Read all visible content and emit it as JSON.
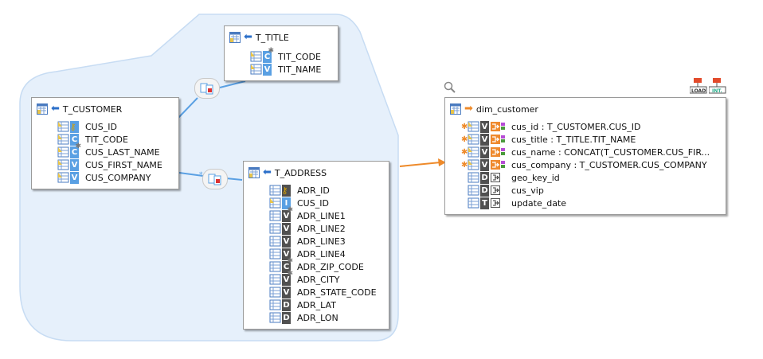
{
  "diagram": {
    "source_datastores": [
      {
        "name": "T_TITLE",
        "columns": [
          {
            "name": "TIT_CODE",
            "type": "C",
            "key": true
          },
          {
            "name": "TIT_NAME",
            "type": "V",
            "key": false
          }
        ]
      },
      {
        "name": "T_CUSTOMER",
        "columns": [
          {
            "name": "CUS_ID",
            "type": "",
            "key": true
          },
          {
            "name": "TIT_CODE",
            "type": "C",
            "key": false
          },
          {
            "name": "CUS_LAST_NAME",
            "type": "C",
            "key": false
          },
          {
            "name": "CUS_FIRST_NAME",
            "type": "V",
            "key": false
          },
          {
            "name": "CUS_COMPANY",
            "type": "V",
            "key": false
          }
        ]
      },
      {
        "name": "T_ADDRESS",
        "columns": [
          {
            "name": "ADR_ID",
            "type": "",
            "key": true
          },
          {
            "name": "CUS_ID",
            "type": "I",
            "key": false
          },
          {
            "name": "ADR_LINE1",
            "type": "V",
            "key": false
          },
          {
            "name": "ADR_LINE2",
            "type": "V",
            "key": false
          },
          {
            "name": "ADR_LINE3",
            "type": "V",
            "key": false
          },
          {
            "name": "ADR_LINE4",
            "type": "V",
            "key": false
          },
          {
            "name": "ADR_ZIP_CODE",
            "type": "C",
            "key": false
          },
          {
            "name": "ADR_CITY",
            "type": "V",
            "key": false
          },
          {
            "name": "ADR_STATE_CODE",
            "type": "V",
            "key": false
          },
          {
            "name": "ADR_LAT",
            "type": "D",
            "key": false
          },
          {
            "name": "ADR_LON",
            "type": "D",
            "key": false
          }
        ]
      }
    ],
    "target_datastore": {
      "name": "dim_customer",
      "columns": [
        {
          "label": "cus_id : T_CUSTOMER.CUS_ID",
          "type": "V",
          "mapped": true
        },
        {
          "label": "cus_title : T_TITLE.TIT_NAME",
          "type": "V",
          "mapped": true
        },
        {
          "label": "cus_name : CONCAT(T_CUSTOMER.CUS_FIR...",
          "type": "V",
          "mapped": true
        },
        {
          "label": "cus_company : T_CUSTOMER.CUS_COMPANY",
          "type": "V",
          "mapped": true
        },
        {
          "label": "geo_key_id",
          "type": "D",
          "mapped": false
        },
        {
          "label": "cus_vip",
          "type": "D",
          "mapped": false
        },
        {
          "label": "update_date",
          "type": "T",
          "mapped": false
        }
      ]
    },
    "toolbar_icons": [
      "zoom-icon",
      "load-icon",
      "integration-icon"
    ],
    "colors": {
      "source_zone": "#e6f0fb",
      "source_zone_border": "#c7dcf3",
      "join_line": "#5aa0e3",
      "flow_arrow": "#ee8a2a",
      "type_badge_source": "#5aa0e3",
      "type_badge_target": "#505050"
    }
  }
}
